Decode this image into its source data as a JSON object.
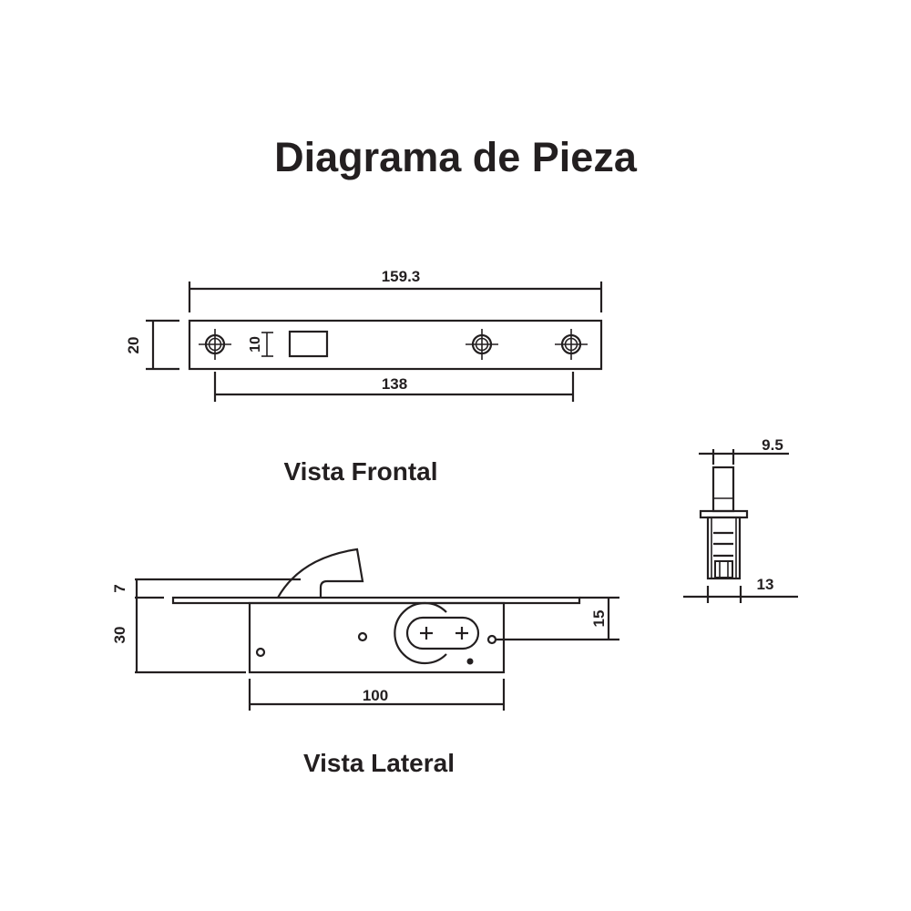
{
  "title": "Diagrama de Pieza",
  "front_view": {
    "label": "Vista Frontal",
    "dims": {
      "length": "159.3",
      "height": "20",
      "slot": "10",
      "hole_spacing": "138"
    }
  },
  "side_view": {
    "label": "Vista Lateral",
    "dims": {
      "latch": "7",
      "body_height": "30",
      "cam_offset": "15",
      "body_length": "100"
    }
  },
  "end_view": {
    "dims": {
      "top_width": "9.5",
      "bottom_width": "13"
    }
  },
  "colors": {
    "ink": "#231f20",
    "background": "#ffffff"
  }
}
